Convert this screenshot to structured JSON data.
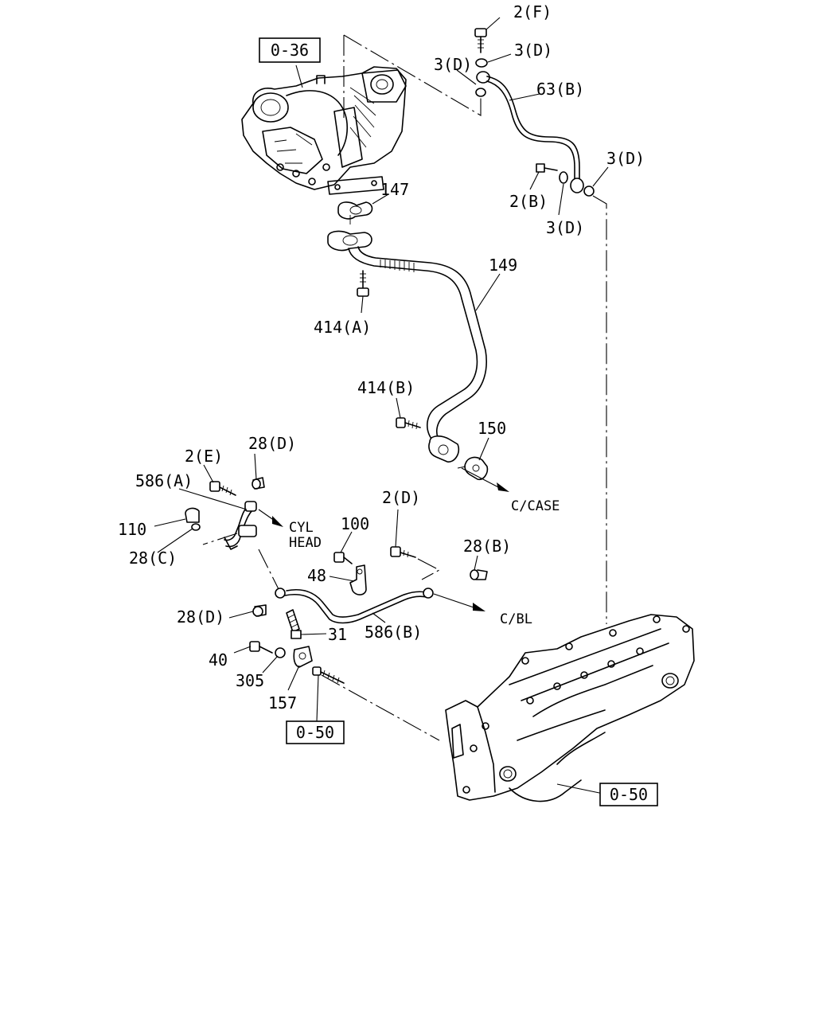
{
  "refs": {
    "turbo_ref": "0-36",
    "union_ref": "0-50",
    "manifold_ref": "0-50"
  },
  "labels": {
    "p2f": "2(F)",
    "p3d_a": "3(D)",
    "p3d_b": "3(D)",
    "p63b": "63(B)",
    "p3d_c": "3(D)",
    "p2b": "2(B)",
    "p3d_d": "3(D)",
    "p147": "147",
    "p149": "149",
    "p414a": "414(A)",
    "p414b": "414(B)",
    "p150": "150",
    "p28d_a": "28(D)",
    "p2e": "2(E)",
    "p586a": "586(A)",
    "p110": "110",
    "p28c": "28(C)",
    "p2d": "2(D)",
    "p100": "100",
    "p28b": "28(B)",
    "p48": "48",
    "p28d_b": "28(D)",
    "p31": "31",
    "p586b": "586(B)",
    "p40": "40",
    "p305": "305",
    "p157": "157"
  },
  "destinations": {
    "c_case": "C/CASE",
    "cyl_head_1": "CYL",
    "cyl_head_2": "HEAD",
    "c_bl": "C/BL"
  }
}
